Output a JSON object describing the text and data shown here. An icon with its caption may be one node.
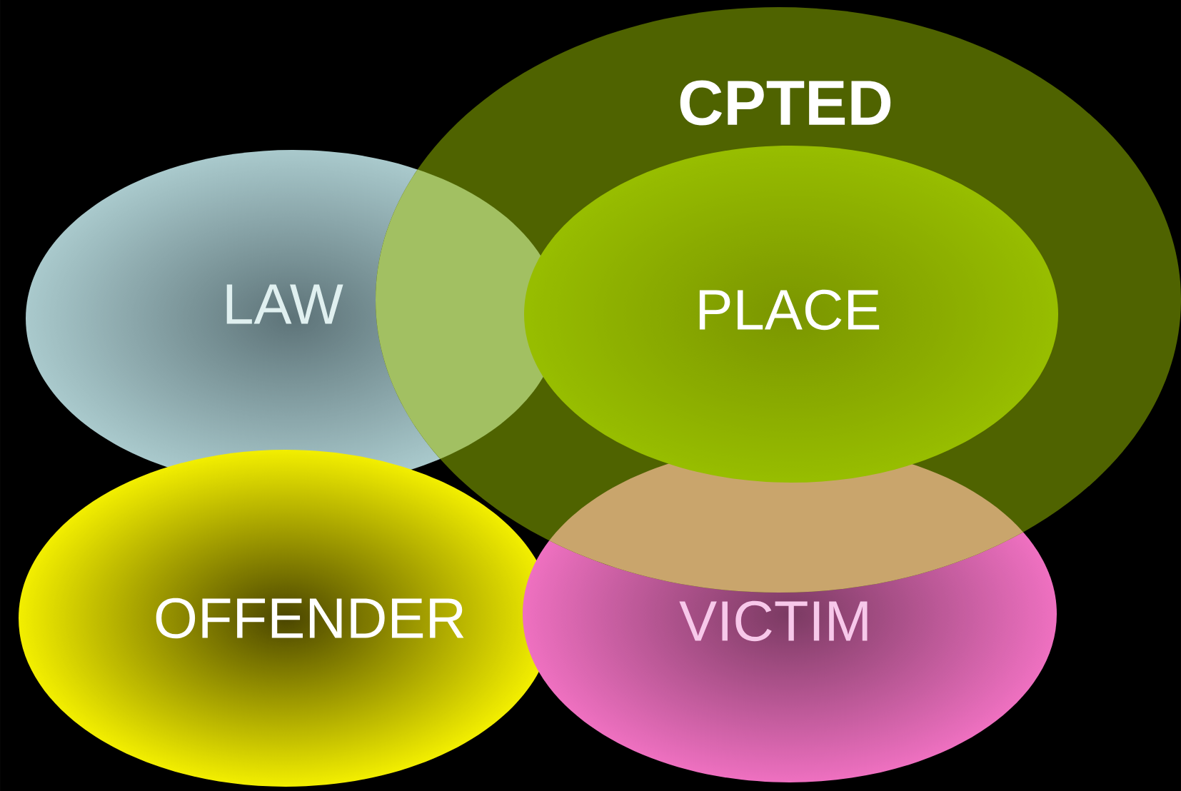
{
  "diagram": {
    "nodes": [
      {
        "text": [
          "LAW"
        ]
      },
      {
        "text": [
          "CPTED"
        ]
      },
      {
        "text": [
          "PLACE"
        ],
        "in": 1
      },
      {
        "text": [
          "OFFENDER"
        ]
      },
      {
        "text": [
          "VICTIM"
        ]
      }
    ]
  }
}
